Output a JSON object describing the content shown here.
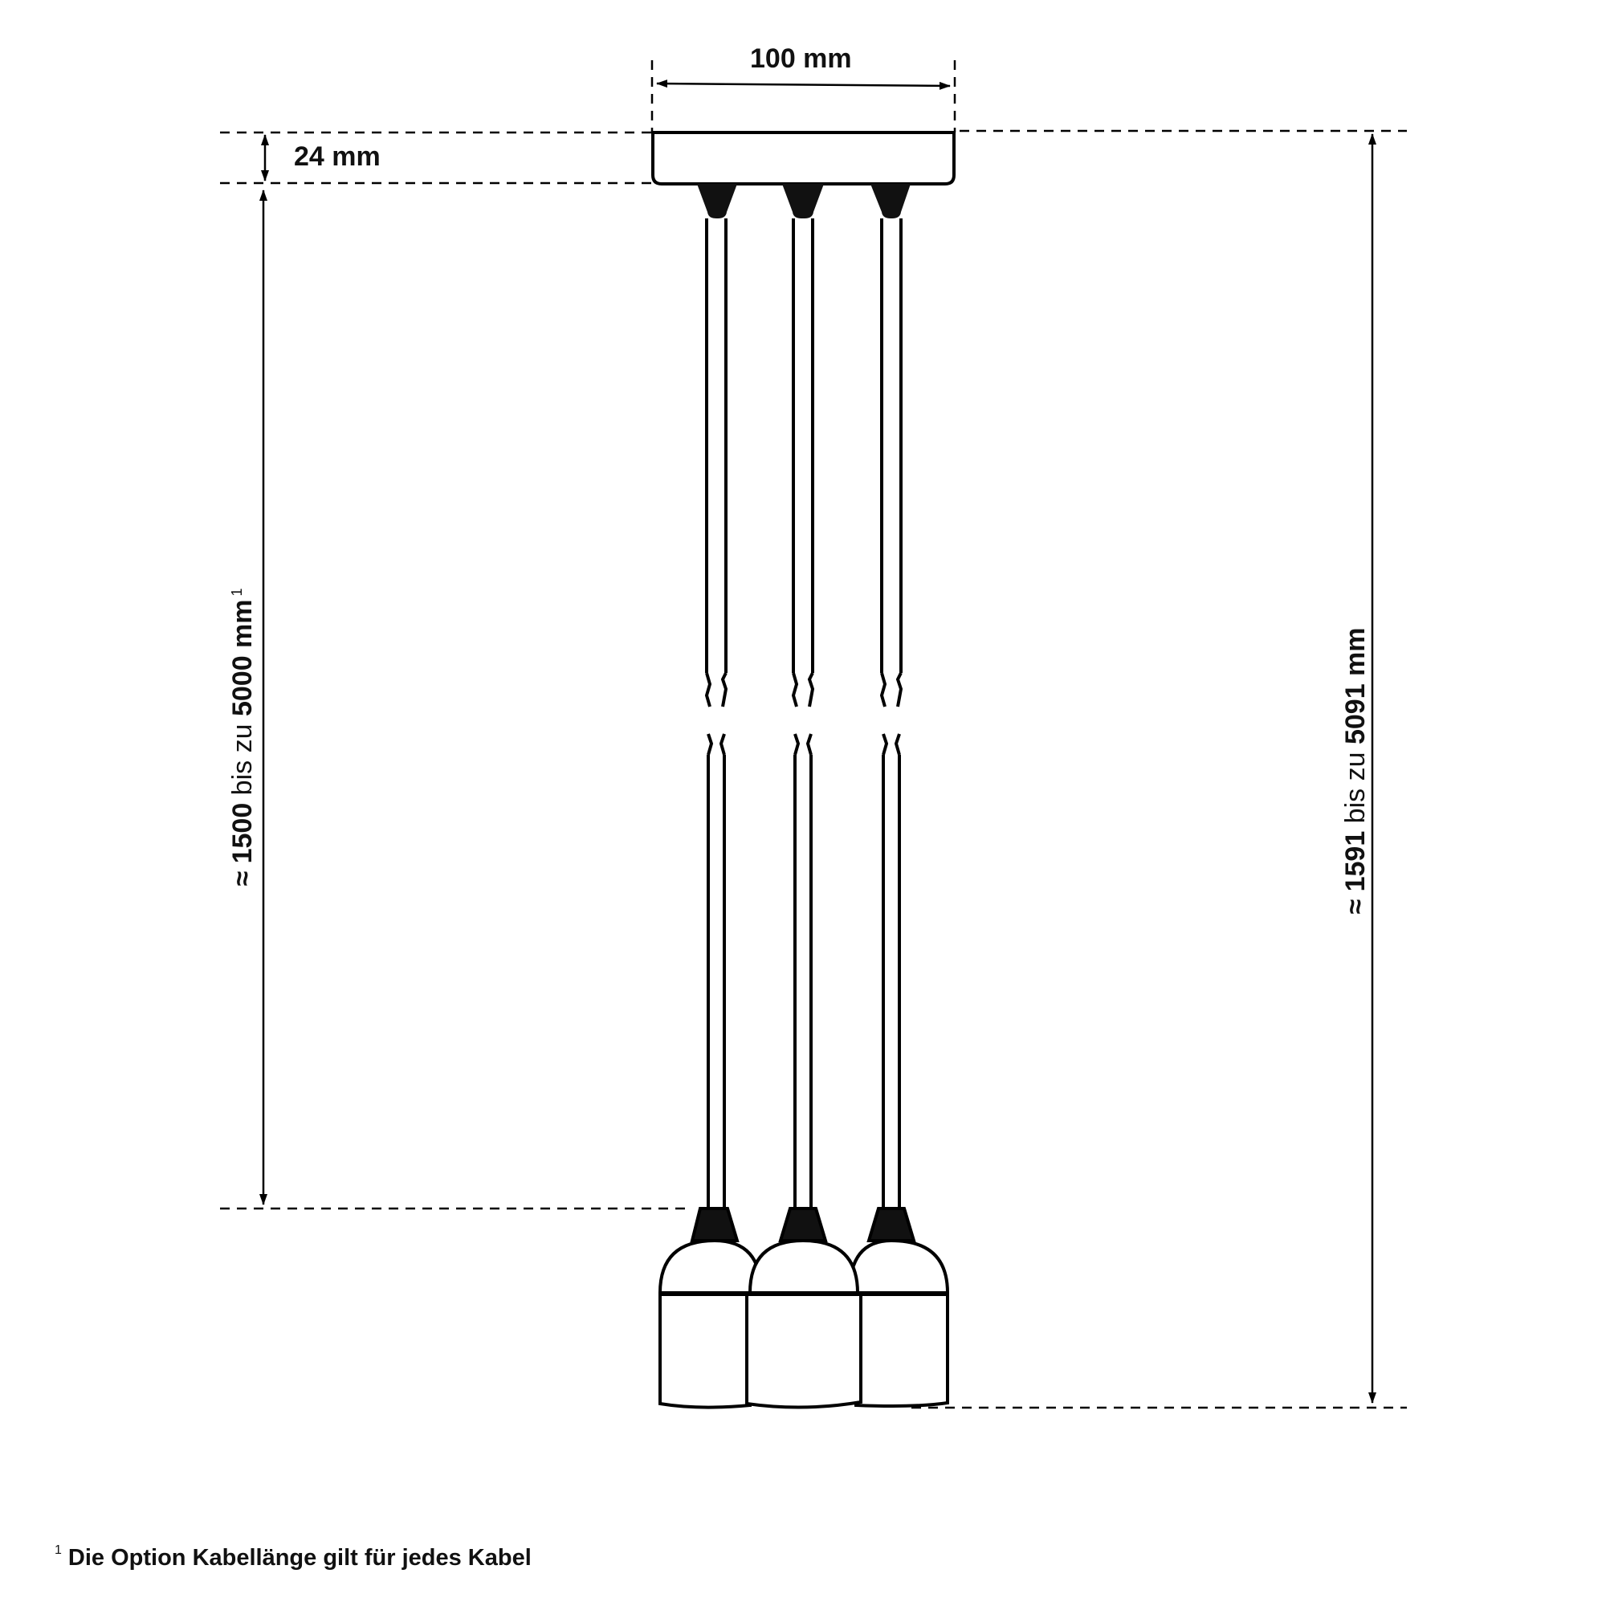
{
  "dimensions": {
    "width": "100 mm",
    "canopy_height": "24 mm",
    "cable_length": {
      "approx": "≈",
      "min": "1500",
      "connector": "bis zu",
      "max": "5000",
      "unit": "mm",
      "footnote_ref": "1"
    },
    "total_height": {
      "approx": "≈",
      "min": "1591",
      "connector": "bis zu",
      "max": "5091",
      "unit": "mm"
    }
  },
  "footnote": {
    "marker": "1",
    "text": "Die Option Kabellänge gilt für jedes Kabel"
  },
  "pendant_count": 3,
  "colors": {
    "line": "#000000",
    "background": "#ffffff"
  }
}
